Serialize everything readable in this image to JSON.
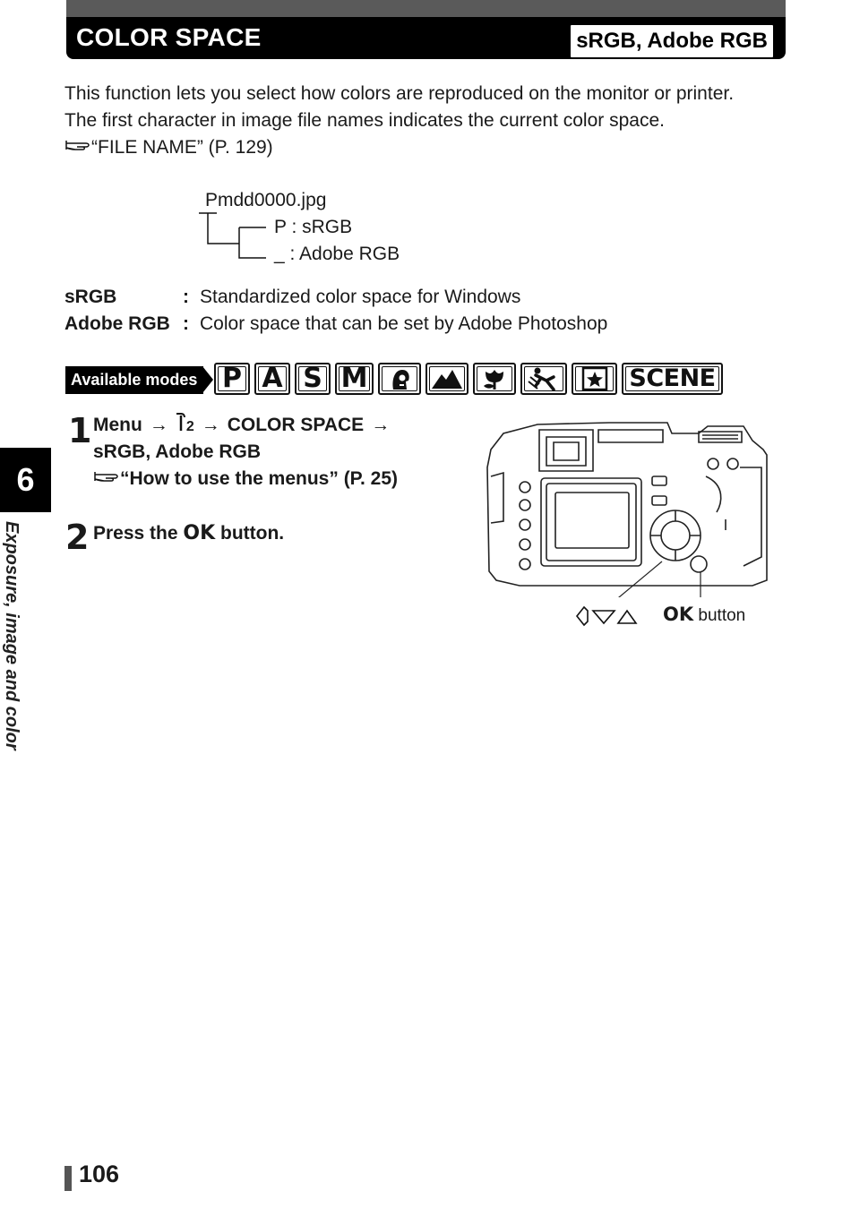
{
  "header": {
    "title": "COLOR SPACE",
    "tag": "sRGB, Adobe RGB"
  },
  "intro": {
    "line1": "This function lets you select how colors are reproduced on the monitor or printer.",
    "line2": "The first character in image file names indicates the current color space.",
    "ref": "“FILE NAME” (P. 129)"
  },
  "filename_diagram": {
    "filename": "Pmdd0000.jpg",
    "option_srgb": "P : sRGB",
    "option_adobe": "_  : Adobe RGB"
  },
  "definitions": [
    {
      "term": "sRGB",
      "desc": "Standardized color space for Windows"
    },
    {
      "term": "Adobe RGB",
      "desc": "Color space that can be set by Adobe Photoshop"
    }
  ],
  "modes": {
    "label": "Available modes",
    "items": [
      "P",
      "A",
      "S",
      "M",
      "portrait-icon",
      "landscape-icon",
      "macro-icon",
      "sports-icon",
      "night-portrait-icon",
      "SCENE"
    ]
  },
  "steps": {
    "step1": {
      "number": "1",
      "menu": "Menu",
      "tab": "2",
      "item": "COLOR SPACE",
      "options": "sRGB, Adobe RGB",
      "ref": "“How to use the menus” (P. 25)"
    },
    "step2": {
      "number": "2",
      "pre": "Press the",
      "ok": "OK",
      "post": "button."
    }
  },
  "camera_labels": {
    "ok_symbol": "OK",
    "ok_text": "button"
  },
  "chapter": {
    "number": "6",
    "name": "Exposure, image and color"
  },
  "footer": {
    "page_number": "106"
  }
}
